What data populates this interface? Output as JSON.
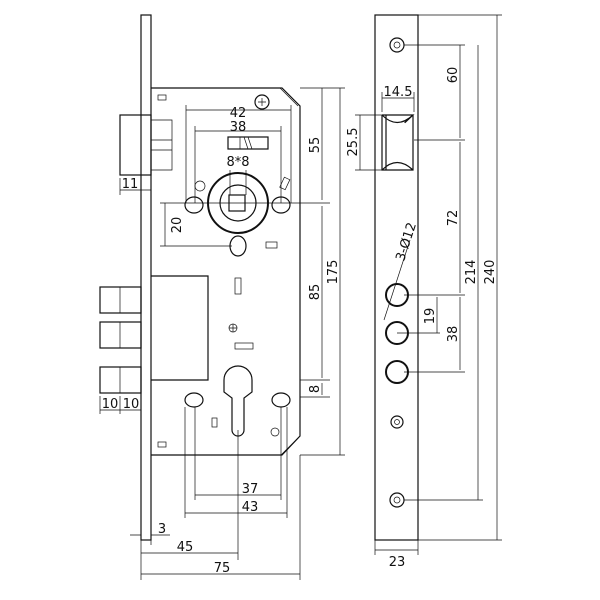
{
  "title": "Mortise lock body technical drawing",
  "front_view": {
    "dims": {
      "d42": "42",
      "d38": "38",
      "square": "8*8",
      "d55": "55",
      "d20": "20",
      "d175": "175",
      "d85": "85",
      "d8": "8",
      "d11": "11",
      "d10a": "10",
      "d10b": "10",
      "d37": "37",
      "d43": "43",
      "d3": "3",
      "d45": "45",
      "d75": "75"
    }
  },
  "side_view": {
    "dims": {
      "d14_5": "14.5",
      "d25_5": "25.5",
      "d60": "60",
      "d72": "72",
      "holes": "3-Ø12",
      "d214": "214",
      "d240": "240",
      "d19": "19",
      "d38": "38",
      "d23": "23"
    }
  }
}
